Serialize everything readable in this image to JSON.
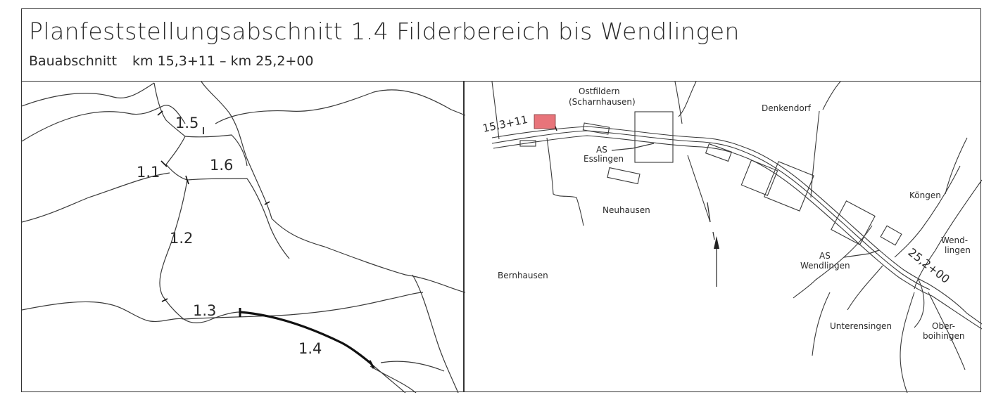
{
  "title_block": {
    "title": "Planfeststellungsabschnitt 1.4 Filderbereich bis Wendlingen",
    "subtitle_label": "Bauabschnitt",
    "subtitle_range": "km 15,3+11 – km 25,2+00"
  },
  "overview_map": {
    "section_labels": [
      "1.1",
      "1.2",
      "1.3",
      "1.4",
      "1.5",
      "1.6"
    ],
    "highlighted_section": "1.4"
  },
  "detail_map": {
    "start_km": "15,3+11",
    "end_km": "25,2+00",
    "places": {
      "ostfildern": "Ostfildern",
      "scharnhausen": "(Scharnhausen)",
      "denkendorf": "Denkendorf",
      "as": "AS",
      "esslingen": "Esslingen",
      "neuhausen": "Neuhausen",
      "bernhausen": "Bernhausen",
      "koengen": "Köngen",
      "wend": "Wend-",
      "lingen": "lingen",
      "as2": "AS",
      "wendlingen": "Wendlingen",
      "unterensingen": "Unterensingen",
      "ober": "Ober-",
      "boihingen": "boihingen"
    },
    "colors": {
      "start_marker": "#e8747a",
      "lines": "#3a3a3a"
    }
  }
}
